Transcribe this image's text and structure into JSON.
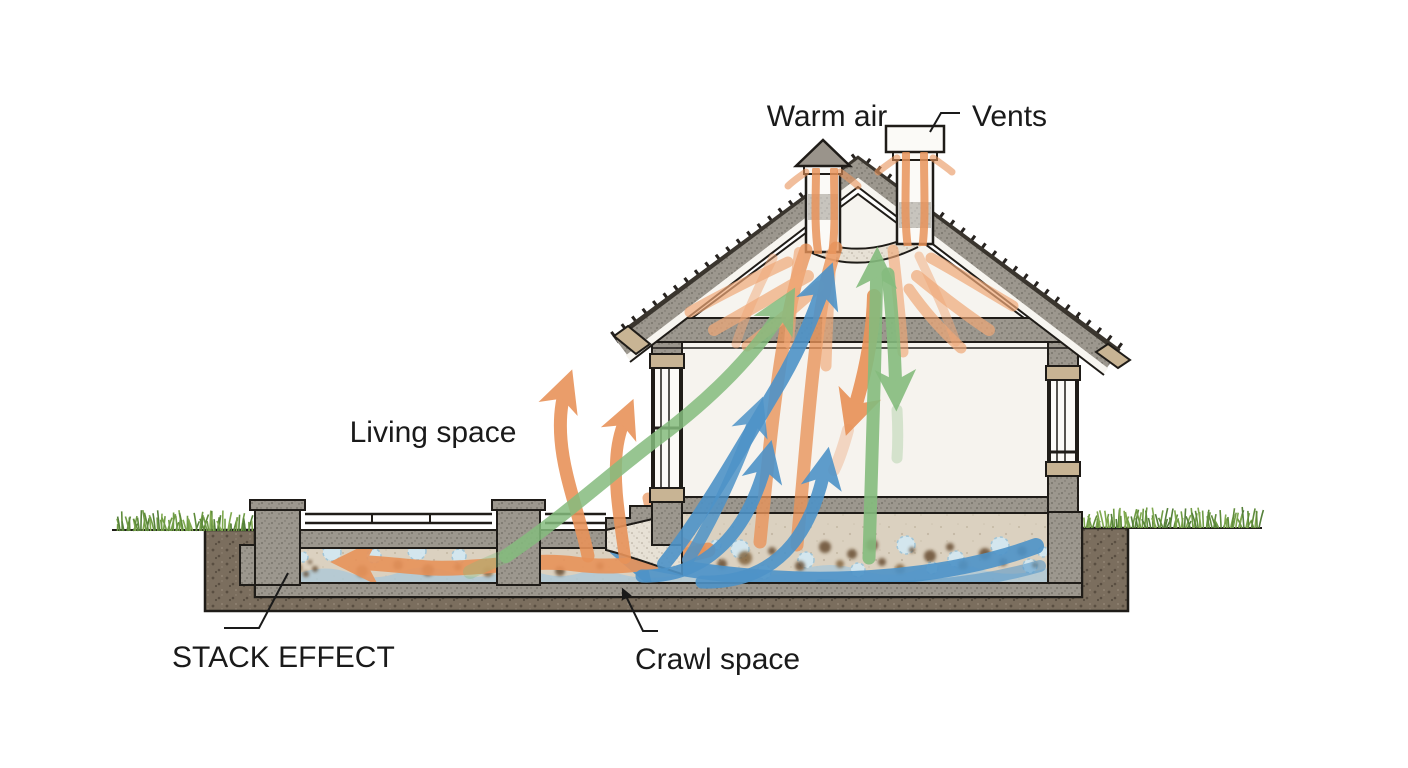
{
  "diagram": {
    "labels": {
      "warm_air": "Warm air",
      "vents": "Vents",
      "living_space": "Living space",
      "stack_effect": "STACK EFFECT",
      "crawl_space": "Crawl space"
    },
    "palette": {
      "warm_flow": "#E8935A",
      "warm_flow_light": "#EFA877",
      "cool_flow": "#4E93C8",
      "fresh_flow": "#85BC7E",
      "soil": "#7B6E5E",
      "concrete": "#9C978E",
      "grass": "#6F9C45",
      "crawl_interior": "#DBD1C0",
      "moisture": "#AFC9D6",
      "mold": "#5F4326",
      "frost": "#D3E9F3",
      "label_text": "#1A1A1A"
    }
  }
}
